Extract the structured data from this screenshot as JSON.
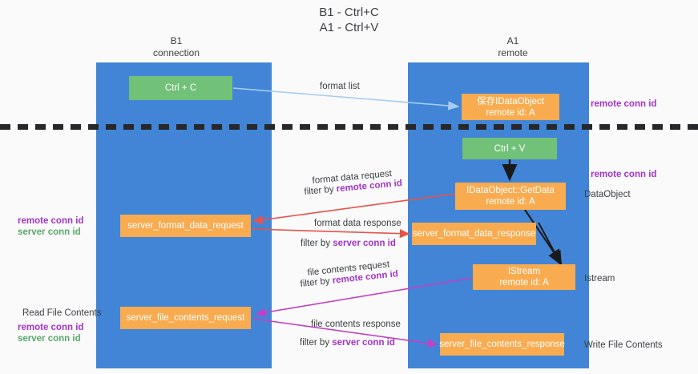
{
  "title": {
    "line1": "B1 - Ctrl+C",
    "line2": "A1 - Ctrl+V"
  },
  "columns": [
    {
      "id": "b1",
      "name": "B1",
      "role": "connection"
    },
    {
      "id": "a1",
      "name": "A1",
      "role": "remote"
    }
  ],
  "nodes": {
    "ctrl_c": {
      "line1": "Ctrl + C",
      "line2": "",
      "color": "#72c178"
    },
    "save_idataobject": {
      "line1": "保存IDataObject",
      "line2": "remote id: A",
      "color": "#f9ab50"
    },
    "ctrl_v": {
      "line1": "Ctrl + V",
      "line2": "",
      "color": "#72c178"
    },
    "getdata": {
      "line1": "IDataObject::GetData",
      "line2": "remote id: A",
      "color": "#f9ab50"
    },
    "server_format_data_request": {
      "line1": "server_format_data_request",
      "line2": "",
      "color": "#f9ab50"
    },
    "server_format_data_response": {
      "line1": "server_format_data_response",
      "line2": "",
      "color": "#f9ab50"
    },
    "istream": {
      "line1": "IStream",
      "line2": "remote id: A",
      "color": "#f9ab50"
    },
    "server_file_contents_request": {
      "line1": "server_file_contents_request",
      "line2": "",
      "color": "#f9ab50"
    },
    "server_file_contents_response": {
      "line1": "server_file_contents_response",
      "line2": "",
      "color": "#f9ab50"
    }
  },
  "edges": {
    "format_list": "format list",
    "format_data_request": "format data request",
    "format_data_request_filter_prefix": "filter by ",
    "format_data_request_filter_key": "remote conn id",
    "format_data_response": "format data response",
    "format_data_response_filter_prefix": "filter by ",
    "format_data_response_filter_key": "server conn id",
    "file_contents_request": "file contents request",
    "file_contents_request_filter_prefix": "filter by ",
    "file_contents_request_filter_key": "remote conn id",
    "file_contents_response": "file contents response",
    "file_contents_response_filter_prefix": "filter by ",
    "file_contents_response_filter_key": "server conn id"
  },
  "annotations": {
    "right_remote_conn_id_top": "remote conn id",
    "right_remote_conn_id_mid": "remote conn id",
    "right_dataobject": "DataObject",
    "right_istream": "Istream",
    "right_write_file_contents": "Write File Contents",
    "left_remote_conn_id_top": "remote conn id",
    "left_server_conn_id_top": "server conn id",
    "left_read_file_contents": "Read File Contents",
    "left_remote_conn_id_bottom": "remote conn id",
    "left_server_conn_id_bottom": "server conn id"
  },
  "colors": {
    "lane": "#4285d6",
    "node_green": "#72c178",
    "node_orange": "#f9ab50",
    "accent_purple": "#a233c9",
    "accent_green": "#5aa86a",
    "arrow_light_blue": "#a6cdf0",
    "arrow_red": "#e8524a",
    "arrow_magenta": "#c341c3",
    "arrow_black": "#1a1a1a",
    "background": "#fafafa",
    "divider": "#26282b"
  }
}
